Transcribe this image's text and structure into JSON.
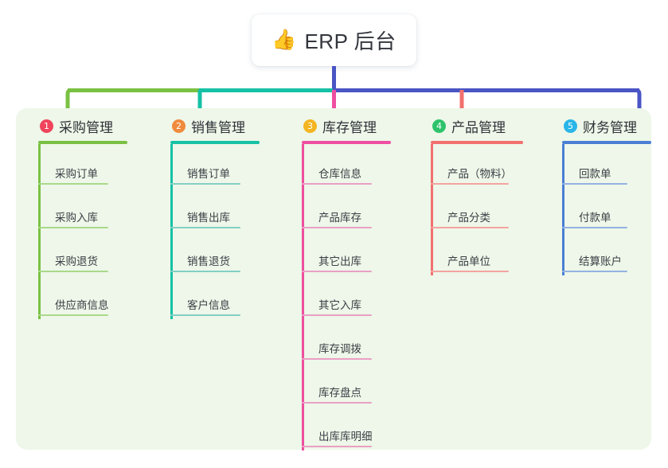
{
  "root": {
    "icon": "thumbs-up-icon",
    "icon_glyph": "👍",
    "title": "ERP 后台"
  },
  "panel": {
    "background_color": "#eef7e9"
  },
  "diagram": {
    "type": "mind-map",
    "orientation": "top-down",
    "branch_count": 5
  },
  "branches": [
    {
      "number": "1",
      "title": "采购管理",
      "badge_color": "#f0435c",
      "line_color": "#7ac143",
      "leaf_line_color": "#a9d98a",
      "items": [
        {
          "label": "采购订单"
        },
        {
          "label": "采购入库"
        },
        {
          "label": "采购退货"
        },
        {
          "label": "供应商信息"
        }
      ]
    },
    {
      "number": "2",
      "title": "销售管理",
      "badge_color": "#f08a3c",
      "line_color": "#16c1a6",
      "leaf_line_color": "#84cfc4",
      "items": [
        {
          "label": "销售订单"
        },
        {
          "label": "销售出库"
        },
        {
          "label": "销售退货"
        },
        {
          "label": "客户信息"
        }
      ]
    },
    {
      "number": "3",
      "title": "库存管理",
      "badge_color": "#f4b521",
      "line_color": "#ee4fa0",
      "leaf_line_color": "#e9a0c4",
      "items": [
        {
          "label": "仓库信息"
        },
        {
          "label": "产品库存"
        },
        {
          "label": "其它出库"
        },
        {
          "label": "其它入库"
        },
        {
          "label": "库存调拨"
        },
        {
          "label": "库存盘点"
        },
        {
          "label": "出库库明细"
        }
      ]
    },
    {
      "number": "4",
      "title": "产品管理",
      "badge_color": "#2ec36b",
      "line_color": "#f2706e",
      "leaf_line_color": "#f4a3a0",
      "items": [
        {
          "label": "产品（物料）"
        },
        {
          "label": "产品分类"
        },
        {
          "label": "产品单位"
        }
      ]
    },
    {
      "number": "5",
      "title": "财务管理",
      "badge_color": "#29b6e8",
      "line_color": "#4a7fd4",
      "leaf_line_color": "#93b2e2",
      "items": [
        {
          "label": "回款单"
        },
        {
          "label": "付款单"
        },
        {
          "label": "结算账户"
        }
      ]
    }
  ],
  "connectors": {
    "trunk_color": "#4a55c4",
    "segment_colors": [
      "#7ac143",
      "#16c1a6",
      "#4a55c4"
    ]
  }
}
